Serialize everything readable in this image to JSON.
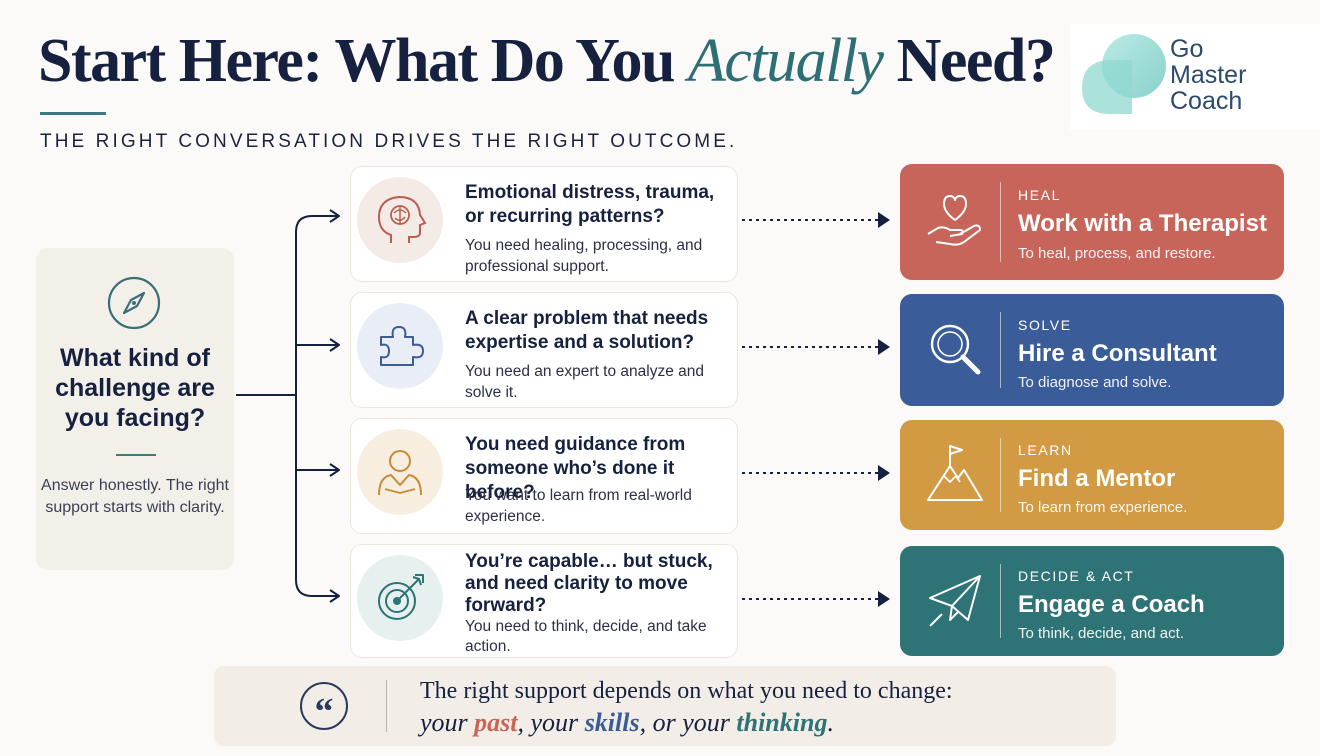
{
  "header": {
    "title_pre": "Start Here: What Do You ",
    "title_accent": "Actually",
    "title_post": " Need?",
    "subtitle": "THE RIGHT CONVERSATION DRIVES THE RIGHT OUTCOME."
  },
  "logo": {
    "text": "Go\nMaster\nCoach"
  },
  "left": {
    "question": "What kind of challenge are you facing?",
    "note": "Answer honestly. The right support starts with clarity.",
    "icon": "compass-icon"
  },
  "questions": [
    {
      "title": "Emotional distress, trauma, or recurring patterns?",
      "desc": "You need healing, processing, and professional support.",
      "icon": "brain-icon"
    },
    {
      "title": "A clear problem that needs expertise and a solution?",
      "desc": "You need an expert to analyze and solve it.",
      "icon": "puzzle-icon"
    },
    {
      "title": "You need guidance from someone who’s done it before?",
      "desc": "You want to learn from real-world experience.",
      "icon": "person-icon"
    },
    {
      "title": "You’re capable… but stuck, and need clarity to move forward?",
      "desc": "You need to think, decide, and take action.",
      "icon": "target-icon"
    }
  ],
  "outcomes": [
    {
      "kicker": "HEAL",
      "title": "Work with a Therapist",
      "sub": "To heal, process, and restore.",
      "color": "#c8655a",
      "icon": "heart-hand-icon"
    },
    {
      "kicker": "SOLVE",
      "title": "Hire a Consultant",
      "sub": "To diagnose and solve.",
      "color": "#3a5c98",
      "icon": "magnifier-icon"
    },
    {
      "kicker": "LEARN",
      "title": "Find a Mentor",
      "sub": "To learn from experience.",
      "color": "#d29a42",
      "icon": "mountain-flag-icon"
    },
    {
      "kicker": "DECIDE & ACT",
      "title": "Engage a Coach",
      "sub": "To think, decide, and act.",
      "color": "#2e7376",
      "icon": "paper-plane-icon"
    }
  ],
  "quote": {
    "line1": "The right support depends on what you need to change:",
    "p1": "your ",
    "w1": "past",
    "p2": ", your ",
    "w2": "skills",
    "p3": ", or your ",
    "w3": "thinking",
    "p4": ".",
    "w1_color": "#c8655a",
    "w2_color": "#3a5c98",
    "w3_color": "#2e7376"
  }
}
